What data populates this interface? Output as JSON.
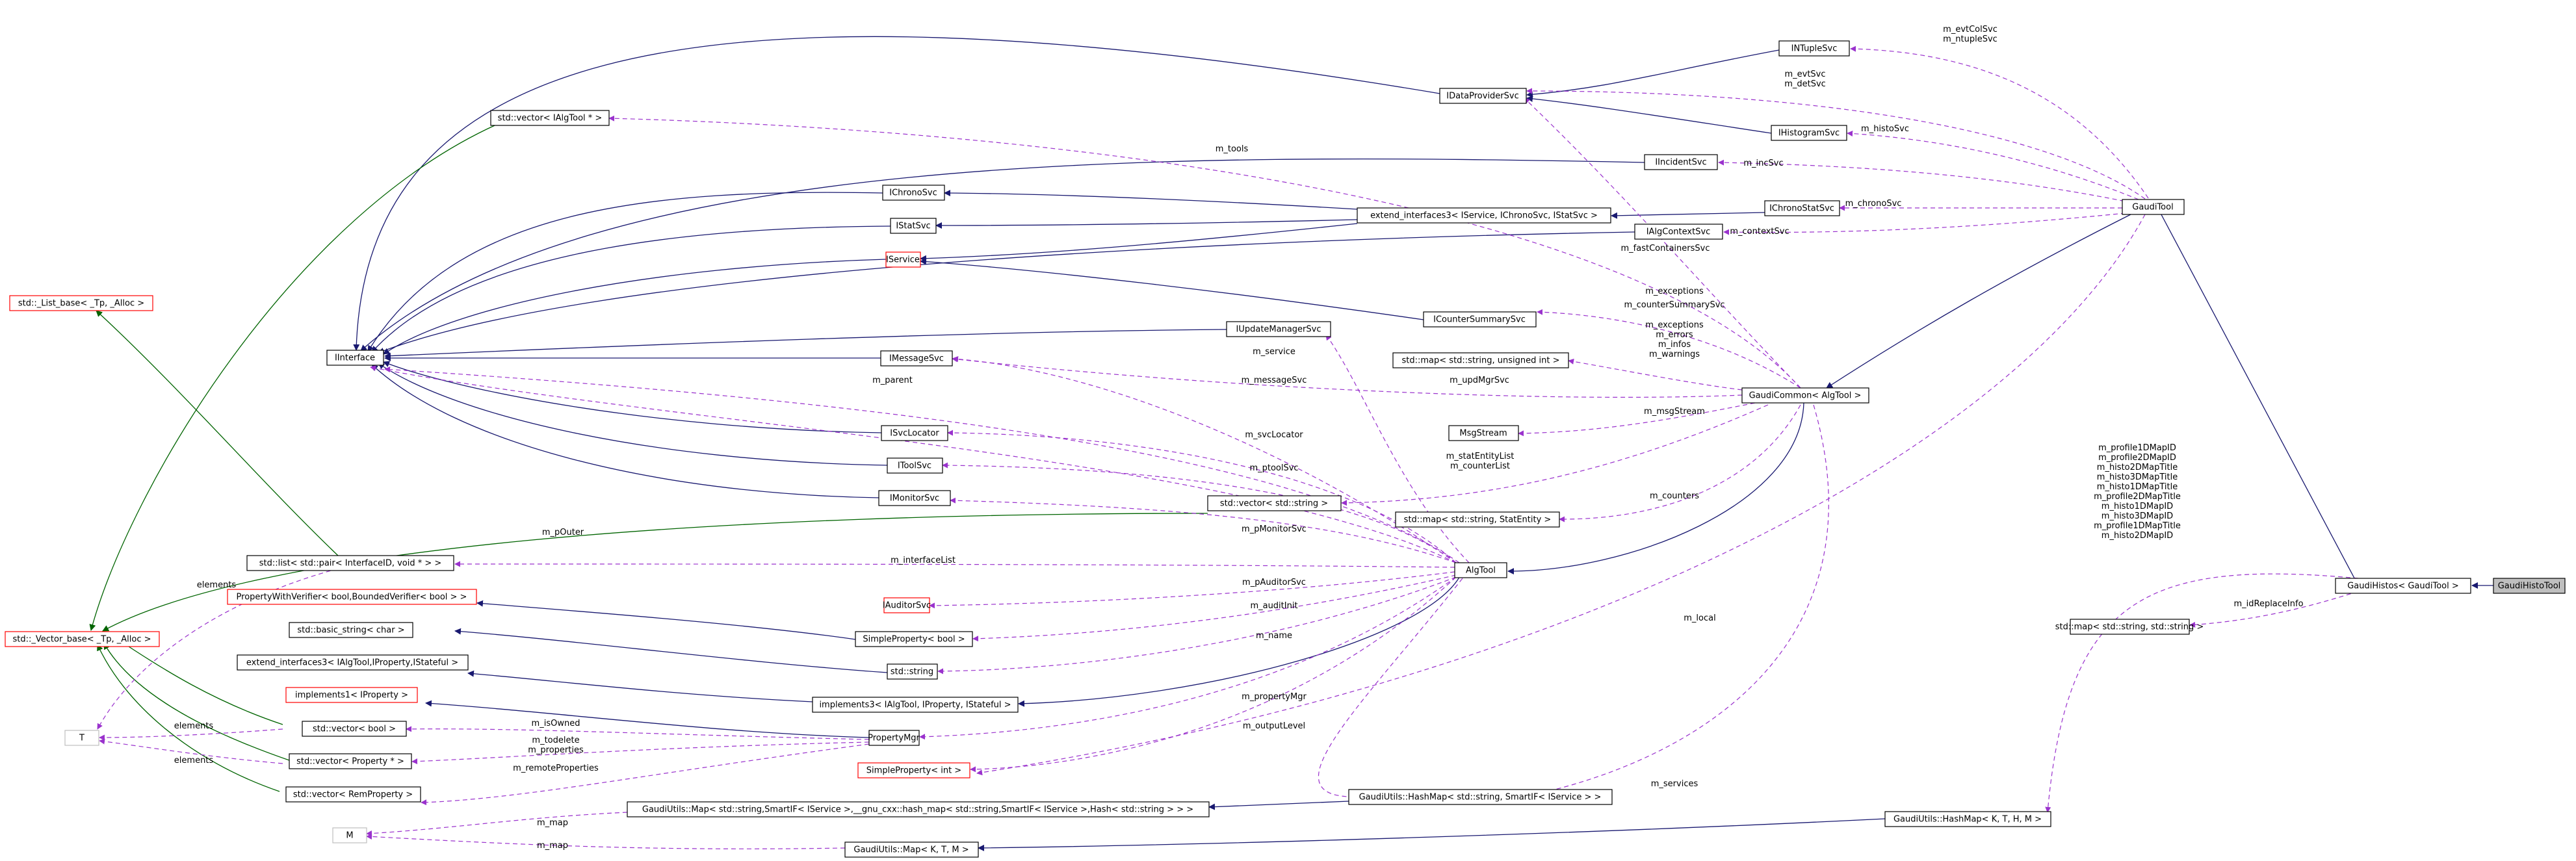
{
  "nodes": {
    "gaudi_histo_tool": "GaudiHistoTool",
    "gaudi_histos": "GaudiHistos< GaudiTool >",
    "gaudi_tool": "GaudiTool",
    "gaudi_common": "GaudiCommon< AlgTool >",
    "alg_tool": "AlgTool",
    "i_interface": "IInterface",
    "i_data_provider_svc": "IDataProviderSvc",
    "i_ntuple_svc": "INTupleSvc",
    "i_histogram_svc": "IHistogramSvc",
    "i_incident_svc": "IIncidentSvc",
    "i_chrono_stat_svc": "IChronoStatSvc",
    "i_alg_context_svc": "IAlgContextSvc",
    "i_chrono_svc": "IChronoSvc",
    "i_stat_svc": "IStatSvc",
    "i_service": "IService",
    "extend_interfaces3_chrono": "extend_interfaces3< IService, IChronoSvc, IStatSvc >",
    "i_counter_summary_svc": "ICounterSummarySvc",
    "i_update_manager_svc": "IUpdateManagerSvc",
    "i_message_svc": "IMessageSvc",
    "map_string_uint": "std::map< std::string, unsigned int >",
    "msg_stream": "MsgStream",
    "i_svc_locator": "ISvcLocator",
    "i_tool_svc": "IToolSvc",
    "i_monitor_svc": "IMonitorSvc",
    "vector_string": "std::vector< std::string >",
    "map_string_stat_entity": "std::map< std::string, StatEntity >",
    "vector_ialgtool": "std::vector< IAlgTool * >",
    "list_base": "std::_List_base< _Tp, _Alloc >",
    "list_pair": "std::list< std::pair< InterfaceID, void * > >",
    "vector_base": "std::_Vector_base< _Tp, _Alloc >",
    "t_param": "T",
    "m_param": "M",
    "property_with_verifier": "PropertyWithVerifier< bool,BoundedVerifier< bool > >",
    "basic_string": "std::basic_string< char >",
    "extend_interfaces3_alg": "extend_interfaces3< IAlgTool,IProperty,IStateful >",
    "implements1": "implements1< IProperty >",
    "vector_bool": "std::vector< bool >",
    "vector_property": "std::vector< Property * >",
    "vector_rem_property": "std::vector< RemProperty >",
    "i_auditor_svc": "IAuditorSvc",
    "simple_property_bool": "SimpleProperty< bool >",
    "std_string": "std::string",
    "implements3": "implements3< IAlgTool, IProperty, IStateful >",
    "property_mgr": "PropertyMgr",
    "simple_property_int": "SimpleProperty< int >",
    "map_string_std_string": "std::map< std::string, std::string >",
    "gaudi_utils_map_smartif": "GaudiUtils::Map< std::string,SmartIF< IService >,__gnu_cxx::hash_map< std::string,SmartIF< IService >,Hash< std::string > > >",
    "gaudi_utils_hashmap_smartif": "GaudiUtils::HashMap< std::string, SmartIF< IService > >",
    "gaudi_utils_hashmap_kthm": "GaudiUtils::HashMap< K, T, H, M >",
    "gaudi_utils_map_ktm": "GaudiUtils::Map< K, T, M >"
  },
  "edge_labels": {
    "m_evtcolsvc": "m_evtColSvc",
    "m_ntuplesvc": "m_ntupleSvc",
    "m_evtsvc": "m_evtSvc",
    "m_detsvc": "m_detSvc",
    "m_histosvc": "m_histoSvc",
    "m_tools": "m_tools",
    "m_incsvc": "m_incSvc",
    "m_chronosvc": "m_chronoSvc",
    "m_contextsvc": "m_contextSvc",
    "m_fastcontainerssvc": "m_fastContainersSvc",
    "m_countersummarysvc": "m_counterSummarySvc",
    "m_exceptions": "m_exceptions",
    "m_errors": "m_errors",
    "m_infos": "m_infos",
    "m_warnings": "m_warnings",
    "m_service": "m_service",
    "m_updmgrsvc": "m_updMgrSvc",
    "m_parent": "m_parent",
    "m_messagesvc": "m_messageSvc",
    "m_msgstream": "m_msgStream",
    "m_svclocator": "m_svcLocator",
    "m_statentitylist": "m_statEntityList",
    "m_counterlist": "m_counterList",
    "m_ptoolsvc": "m_ptoolSvc",
    "m_counters": "m_counters",
    "m_pmonitorsvc": "m_pMonitorSvc",
    "m_pouter": "m_pOuter",
    "elements_1": "elements",
    "m_interfacelist": "m_interfaceList",
    "m_pauditorsvc": "m_pAuditorSvc",
    "m_auditinit": "m_auditInit",
    "m_name": "m_name",
    "m_local": "m_local",
    "m_propertymgr": "m_propertyMgr",
    "m_isowned": "m_isOwned",
    "elements_2": "elements",
    "m_todelete": "m_todelete",
    "m_properties": "m_properties",
    "m_outputlevel": "m_outputLevel",
    "elements_3": "elements",
    "m_remoteproperties": "m_remoteProperties",
    "m_services": "m_services",
    "m_map_1": "m_map",
    "m_map_2": "m_map",
    "m_idreplaceinfo": "m_idReplaceInfo",
    "m_profile1dmapid_a": "m_profile1DMapID",
    "m_profile2dmapid_a": "m_profile2DMapID",
    "m_histo2dmaptitle": "m_histo2DMapTitle",
    "m_histo3dmaptitle": "m_histo3DMapTitle",
    "m_histo1dmaptitle": "m_histo1DMapTitle",
    "m_profile2dmaptitle": "m_profile2DMapTitle",
    "m_histo1dmapid": "m_histo1DMapID",
    "m_histo3dmapid": "m_histo3DMapID",
    "m_profile1dmaptitle": "m_profile1DMapTitle",
    "m_histo2dmapid": "m_histo2DMapID"
  },
  "colors": {
    "inheritance_edge": "#191970",
    "template_edge": "#006400",
    "usage_edge": "#9a32cd",
    "focus_fill": "#bfbfbf",
    "external_border": "#ff0000",
    "template_param_border": "#bfbfbf"
  }
}
